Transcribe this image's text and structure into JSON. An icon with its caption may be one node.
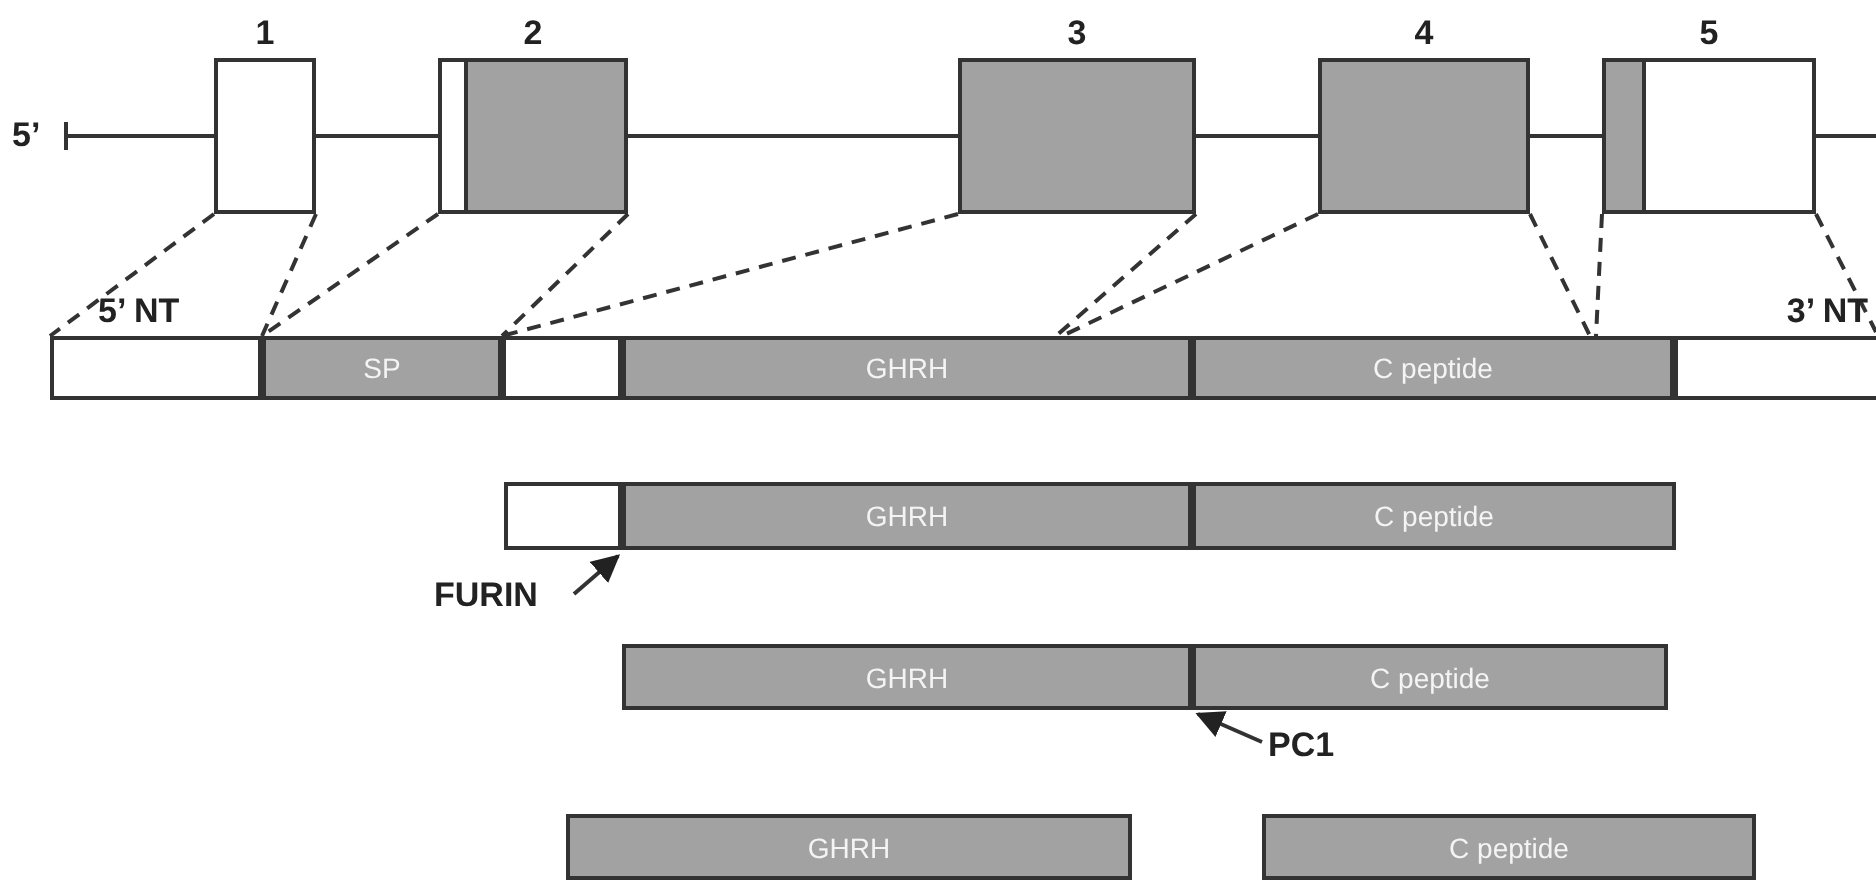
{
  "diagram": {
    "nodes": [
      {
        "text": [
          "5’"
        ]
      },
      {
        "text": [
          "1"
        ]
      },
      {
        "text": [
          "2"
        ]
      },
      {
        "text": [
          "3"
        ]
      },
      {
        "text": [
          "4"
        ]
      },
      {
        "text": [
          "5"
        ]
      },
      {
        "text": [
          "5’ NT"
        ]
      },
      {
        "text": [
          "SP"
        ]
      },
      {
        "text": [],
        "shape": "box"
      },
      {
        "text": [
          "GHRH"
        ]
      },
      {
        "text": [
          "C peptide"
        ]
      },
      {
        "text": [
          "3’ NT"
        ]
      },
      {
        "text": [],
        "shape": "box"
      },
      {
        "text": [
          "GHRH"
        ]
      },
      {
        "text": [
          "C peptide"
        ]
      },
      {
        "text": [
          "FURIN"
        ]
      },
      {
        "text": [
          "GHRH"
        ]
      },
      {
        "text": [
          "C peptide"
        ]
      },
      {
        "text": [
          "PC1"
        ]
      },
      {
        "text": [
          "GHRH"
        ]
      },
      {
        "text": [
          "C peptide"
        ]
      }
    ],
    "edges": [
      {
        "from": 0,
        "to": 1,
        "arrow": "none"
      },
      {
        "from": 1,
        "to": 2,
        "arrow": "none"
      },
      {
        "from": 2,
        "to": 3,
        "arrow": "none"
      },
      {
        "from": 3,
        "to": 4,
        "arrow": "none"
      },
      {
        "from": 4,
        "to": 5,
        "arrow": "none"
      },
      {
        "from": 5,
        "to": null,
        "arrow": "none"
      },
      {
        "from": 1,
        "to": 6,
        "arrow": "none",
        "style": "dashed"
      },
      {
        "from": 1,
        "to": 6,
        "arrow": "none",
        "style": "dashed"
      },
      {
        "from": 2,
        "to": 7,
        "arrow": "none",
        "style": "dashed"
      },
      {
        "from": 2,
        "to": 7,
        "arrow": "none",
        "style": "dashed"
      },
      {
        "from": 3,
        "to": 8,
        "arrow": "none",
        "style": "dashed"
      },
      {
        "from": 3,
        "to": 9,
        "arrow": "none",
        "style": "dashed"
      },
      {
        "from": 4,
        "to": 9,
        "arrow": "none",
        "style": "dashed"
      },
      {
        "from": 4,
        "to": 10,
        "arrow": "none",
        "style": "dashed"
      },
      {
        "from": 5,
        "to": 10,
        "arrow": "none",
        "style": "dashed"
      },
      {
        "from": 5,
        "to": 11,
        "arrow": "none",
        "style": "dashed"
      },
      {
        "from": 15,
        "to": 13,
        "arrow": "to"
      },
      {
        "from": 18,
        "to": 16,
        "arrow": "to"
      }
    ]
  }
}
